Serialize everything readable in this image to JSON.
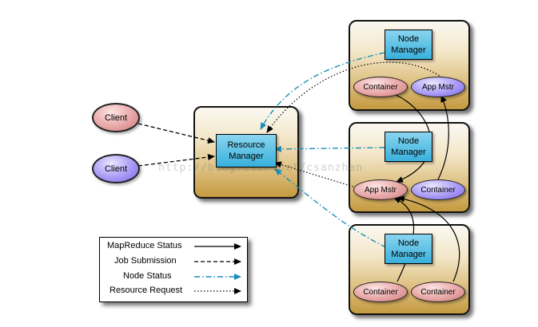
{
  "resource_manager": {
    "line1": "Resource",
    "line2": "Manager"
  },
  "clients": [
    {
      "label": "Client"
    },
    {
      "label": "Client"
    }
  ],
  "nodes": [
    {
      "manager": {
        "line1": "Node",
        "line2": "Manager"
      },
      "left_item": "Container",
      "right_item": "App Mstr"
    },
    {
      "manager": {
        "line1": "Node",
        "line2": "Manager"
      },
      "left_item": "App Mstr",
      "right_item": "Container"
    },
    {
      "manager": {
        "line1": "Node",
        "line2": "Manager"
      },
      "left_item": "Container",
      "right_item": "Container"
    }
  ],
  "legend": {
    "items": [
      {
        "label": "MapReduce Status",
        "style": "solid"
      },
      {
        "label": "Job Submission",
        "style": "dashed"
      },
      {
        "label": "Node Status",
        "style": "dash-dot"
      },
      {
        "label": "Resource Request",
        "style": "dotted"
      }
    ]
  },
  "watermark": "http://blog.csdn.net/csanzhan",
  "colors": {
    "node_status": "#1b8fb5",
    "manager_fill": "#3fb3dd",
    "container_fill": "#e3a0a0",
    "app_master_fill": "#a596f3"
  }
}
